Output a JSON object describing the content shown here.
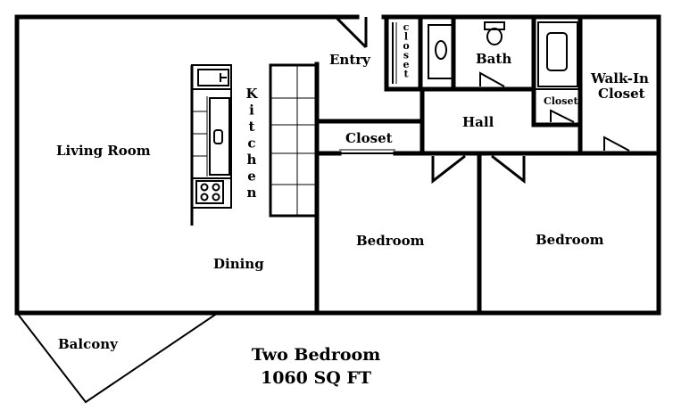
{
  "plan": {
    "title": "Two Bedroom",
    "area": "1060 SQ FT"
  },
  "rooms": {
    "living_room": "Living Room",
    "kitchen": "Kitchen",
    "dining": "Dining",
    "entry": "Entry",
    "entry_closet": "closet",
    "bath": "Bath",
    "walk_in_closet_line1": "Walk-In",
    "walk_in_closet_line2": "Closet",
    "small_closet": "Closet",
    "hall": "Hall",
    "hall_closet": "Closet",
    "bedroom_1": "Bedroom",
    "bedroom_2": "Bedroom",
    "balcony": "Balcony"
  }
}
